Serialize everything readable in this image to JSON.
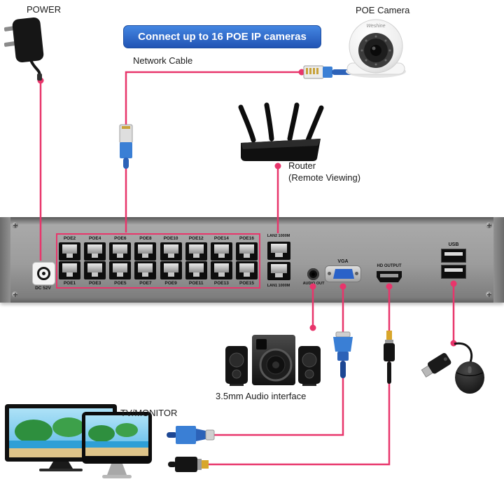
{
  "colors": {
    "accent_line": "#e8356b",
    "banner_blue": "#2e6fd4",
    "cable_blue": "#3a7fd5",
    "panel_gray": "#9c9c9c"
  },
  "labels": {
    "power": "POWER",
    "banner": "Connect up to 16 POE IP cameras",
    "network_cable": "Network Cable",
    "poe_camera": "POE Camera",
    "camera_brand": "Weshine",
    "router": "Router",
    "router_sub": "(Remote Viewing)",
    "audio_interface": "3.5mm Audio interface",
    "tv_monitor": "TV/MONITOR"
  },
  "nvr_panel": {
    "dc_label": "DC 52V",
    "poe_labels_top": [
      "POE2",
      "POE4",
      "POE6",
      "POE8",
      "POE10",
      "POE12",
      "POE14",
      "POE16"
    ],
    "poe_labels_bottom": [
      "POE1",
      "POE3",
      "POE5",
      "POE7",
      "POE9",
      "POE11",
      "POE13",
      "POE15"
    ],
    "lan_label_top": "LAN2 1000M",
    "lan_label_bottom": "LAN1 1000M",
    "audio_label": "AUDIO OUT",
    "vga_label": "VGA",
    "hdmi_label": "HD OUTPUT",
    "usb_label": "USB"
  },
  "illustrations": [
    "power-adapter",
    "network-cable",
    "ethernet-connector",
    "poe-dome-camera",
    "wifi-router",
    "nvr-rear-panel",
    "speaker-set",
    "vga-cable",
    "hdmi-cable",
    "usb-stick",
    "mouse",
    "tv",
    "desktop-monitor"
  ]
}
